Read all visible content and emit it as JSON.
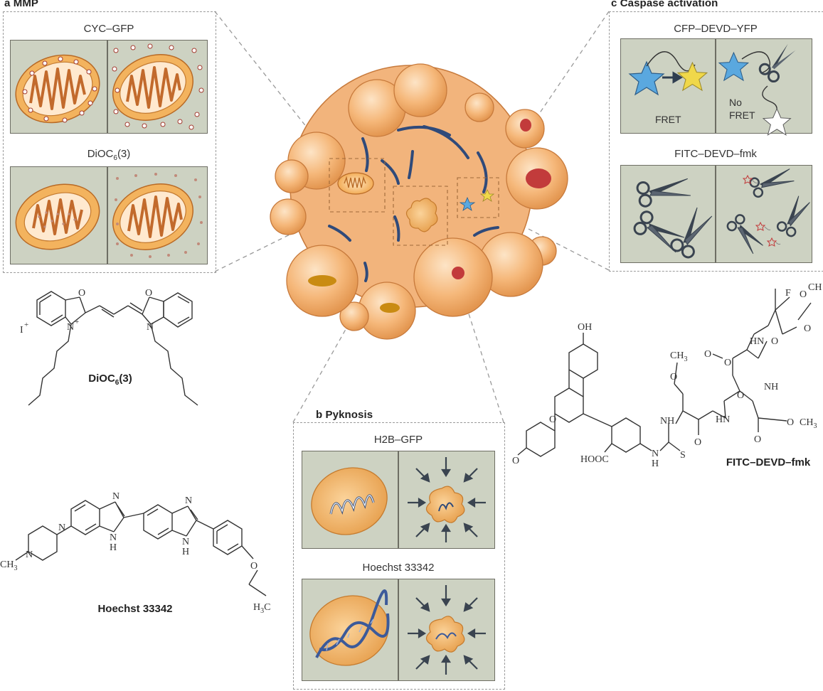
{
  "sections": {
    "a": {
      "letter": "a",
      "title": "MMP"
    },
    "b": {
      "letter": "b",
      "title": "Pyknosis"
    },
    "c": {
      "letter": "c",
      "title": "Caspase activation"
    }
  },
  "panels": {
    "cyc_gfp": "CYC–GFP",
    "dioc_base": "DiOC",
    "dioc_sub": "6",
    "dioc_suffix": "(3)",
    "h2b_gfp": "H2B–GFP",
    "hoechst": "Hoechst 33342",
    "cfp_yfp": "CFP–DEVD–YFP",
    "fret": "FRET",
    "no_fret_line1": "No",
    "no_fret_line2": "FRET",
    "fitc": "FITC–DEVD–fmk"
  },
  "chemicals": {
    "dioc_name_base": "DiOC",
    "dioc_name_sub": "6",
    "dioc_name_suffix": "(3)",
    "hoechst_name": "Hoechst 33342",
    "fitc_name": "FITC–DEVD–fmk",
    "dioc_atoms": {
      "o1": "O",
      "o2": "O",
      "n1": "N",
      "n1_charge": "+",
      "n2": "N",
      "iodide": "I",
      "iodide_charge": "+"
    },
    "hoechst_atoms": {
      "n_a": "N",
      "n_b": "N",
      "nh1": "N",
      "h1": "H",
      "n_c": "N",
      "nh2": "N",
      "h2": "H",
      "n_d": "N",
      "ch3": "CH",
      "ch3_sub": "3",
      "o": "O",
      "h3c": "H",
      "h3c_sub": "3",
      "h3c_c": "C"
    },
    "fitc_atoms": {
      "oh": "OH",
      "o_ring": "O",
      "o_keto": "O",
      "hooc": "HOOC",
      "nh_a": "N",
      "h_a": "H",
      "s": "S",
      "nh_b": "NH",
      "o_me": "O",
      "ch3_me": "CH",
      "ch3_me_sub": "3",
      "o_c1": "O",
      "hn_1": "HN",
      "o_c2": "O",
      "o_c3": "O",
      "nh_2": "NH",
      "hn_2": "HN",
      "o_c4": "O",
      "o_ester1": "O",
      "ch3_e1": "CH",
      "ch3_e1_sub": "3",
      "o_c5": "O",
      "f": "F",
      "o_c6": "O",
      "o_ester2": "O",
      "ch_e2": "CH",
      "o_c7": "O"
    }
  },
  "colors": {
    "panel_bg": "#cdd2c2",
    "cell_fill": "#f2b47c",
    "cell_stroke": "#c77a3c",
    "mito_fill": "#f3b35e",
    "nucleus": "#c23b3b",
    "chromatin": "#2f4a7a",
    "cfp_star": "#5aa8df",
    "yfp_star": "#f0d84a",
    "scissors": "#3a4450"
  }
}
